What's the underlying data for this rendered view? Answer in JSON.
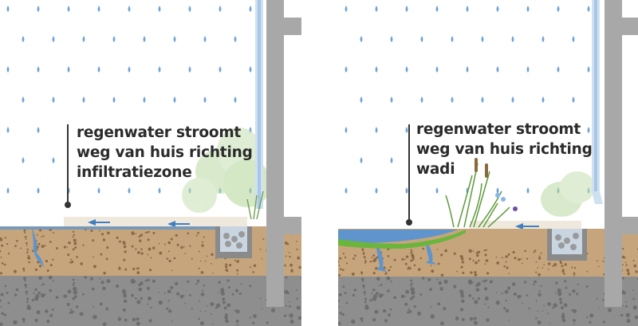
{
  "panels": [
    {
      "caption": [
        "regenwater stroomt",
        "weg van huis richting",
        "infiltratiezone"
      ]
    },
    {
      "caption": [
        "regenwater stroomt",
        "weg van huis richting",
        "wadi"
      ]
    }
  ],
  "colors": {
    "sky": "#ffffff",
    "rain": "#6fa3d6",
    "soil": "#c7a57c",
    "rock": "#8c8c8c",
    "water": "#5f95cc",
    "grass": "#6bb53d",
    "wall": "#a9a9a9"
  }
}
